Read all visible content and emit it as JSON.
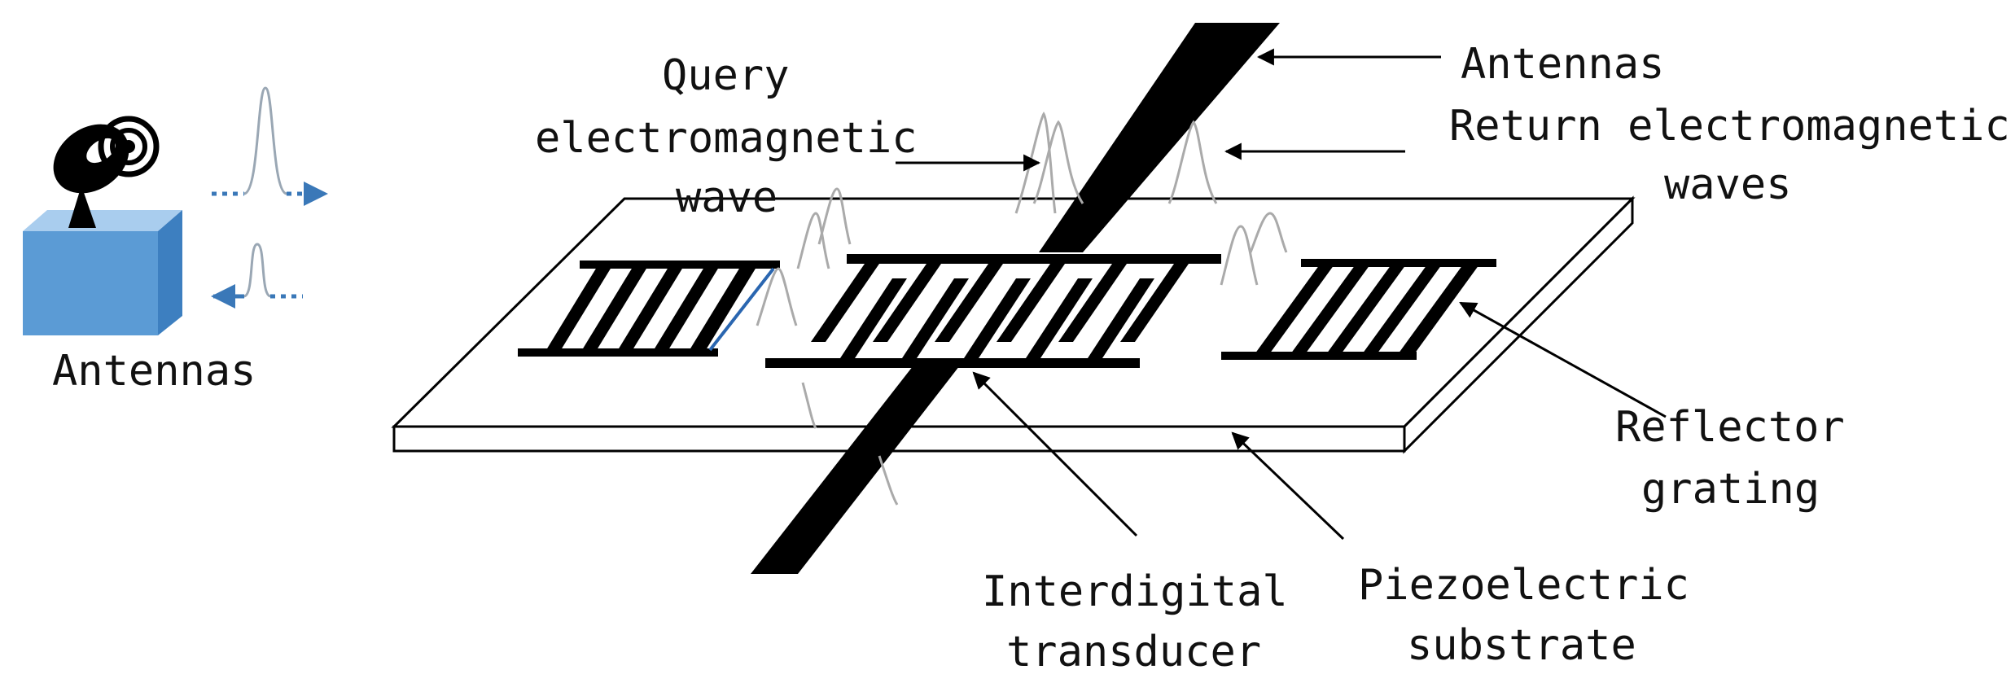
{
  "labels": {
    "antennas_left": "Antennas",
    "antennas_top": "Antennas",
    "query_1": "Query",
    "query_2": "electromagnetic",
    "query_3": "wave",
    "return_1": "Return electromagnetic",
    "return_2": "waves",
    "reflector_1": "Reflector",
    "reflector_2": "grating",
    "idt_1": "Interdigital",
    "idt_2": "transducer",
    "piezo_1": "Piezoelectric",
    "piezo_2": "substrate"
  },
  "colors": {
    "ink": "#000000",
    "reader_box": "#5b9bd5",
    "wave_line": "#aaaaaa",
    "signal_blue": "#3a78b8"
  },
  "icons": {
    "reader": "satellite-dish-icon"
  }
}
